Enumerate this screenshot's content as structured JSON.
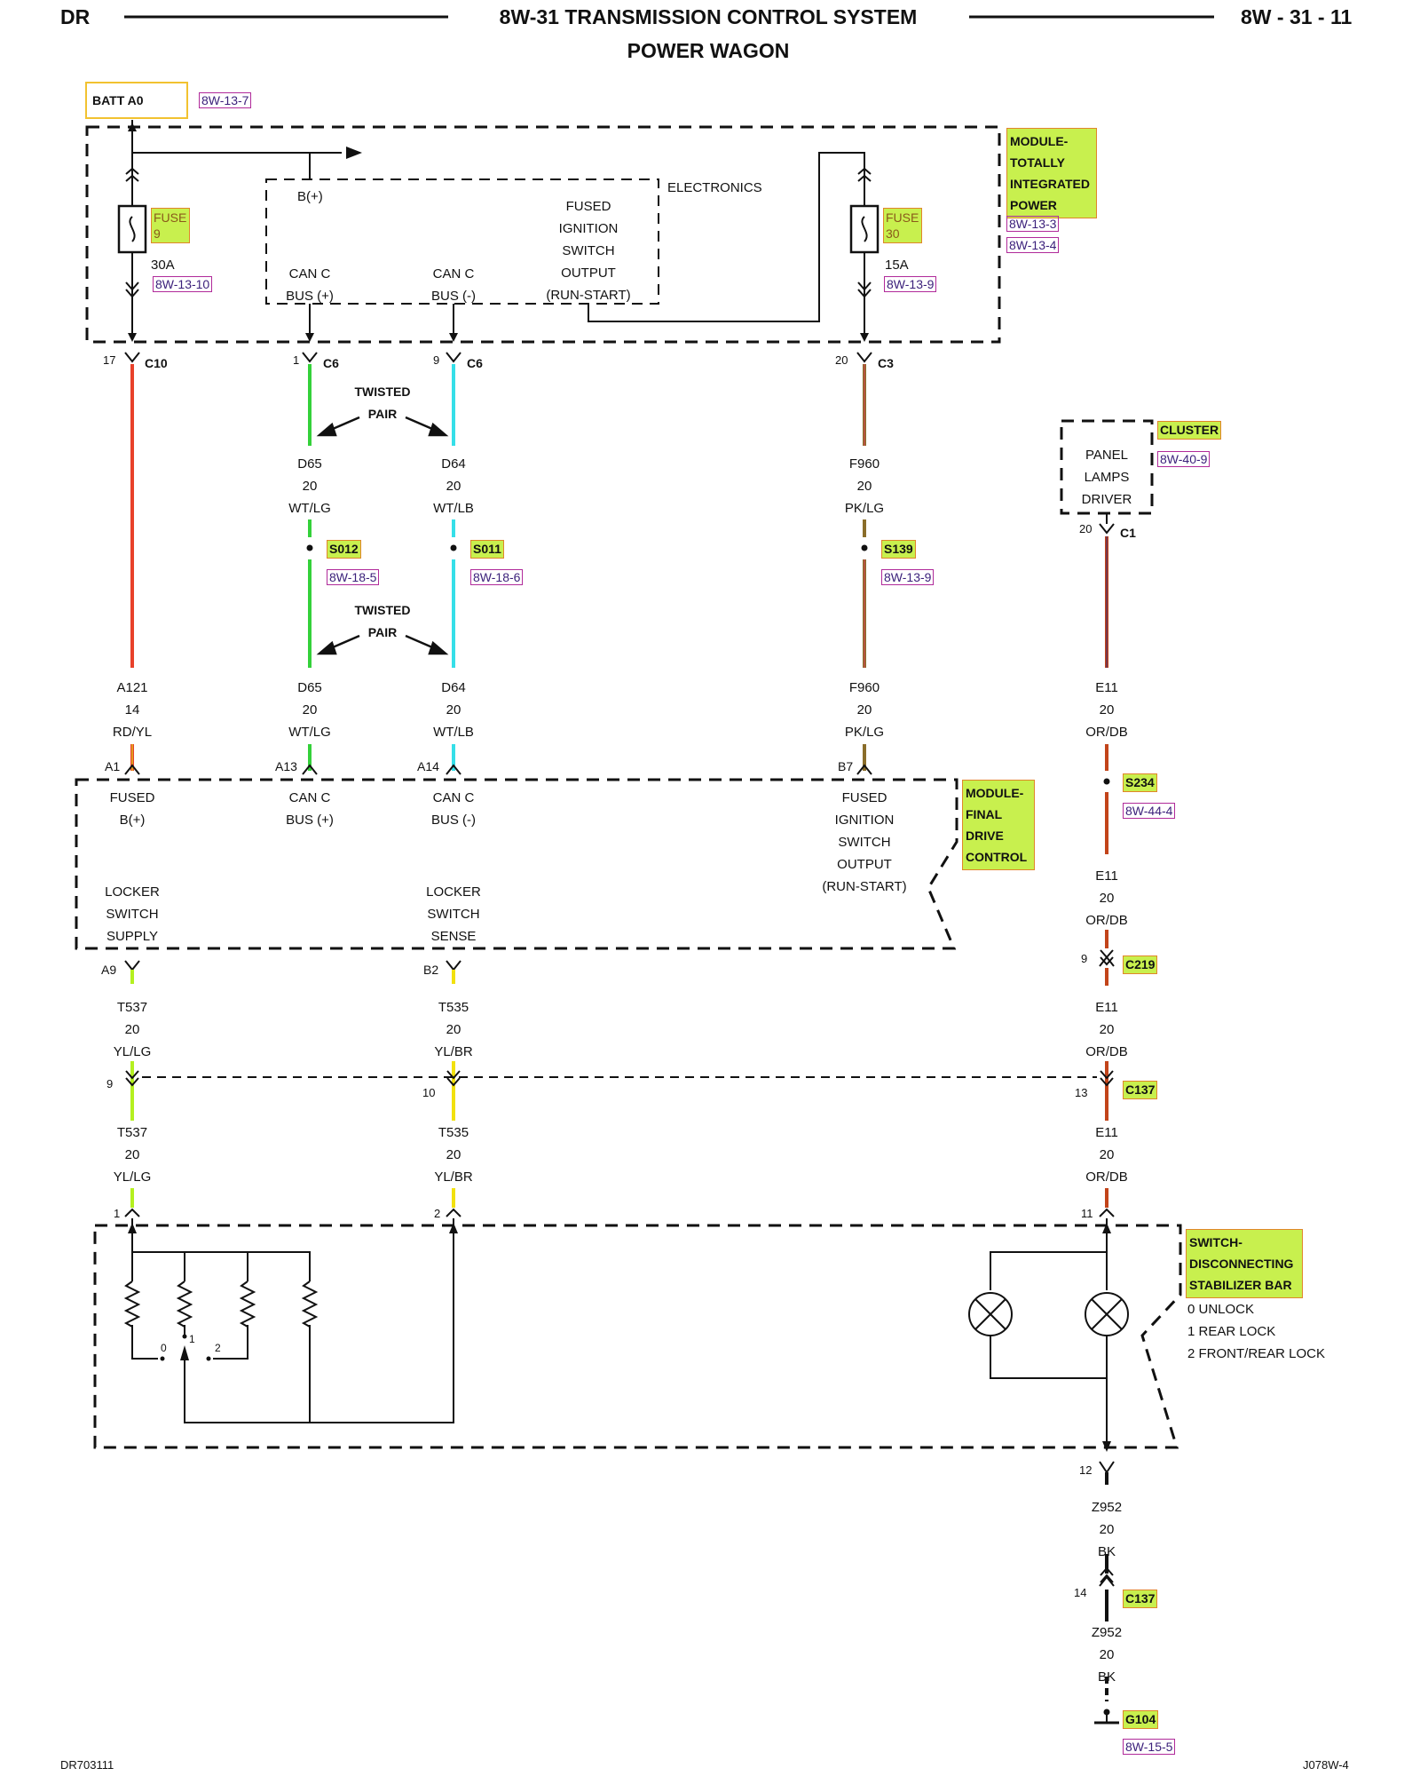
{
  "header": {
    "left": "DR",
    "title": "8W-31 TRANSMISSION CONTROL SYSTEM",
    "subtitle": "POWER WAGON",
    "page_number": "8W - 31 - 11"
  },
  "footer": {
    "left": "DR703111",
    "right": "J078W-4"
  },
  "batt": {
    "label": "BATT A0",
    "ref": "8W-13-7"
  },
  "tipm": {
    "name": "MODULE-\nTOTALLY\nINTEGRATED\nPOWER",
    "refs": [
      "8W-13-3",
      "8W-13-4"
    ],
    "fuse9": {
      "label": "FUSE\n9",
      "amp": "30A",
      "ref": "8W-13-10"
    },
    "fuse30": {
      "label": "FUSE\n30",
      "amp": "15A",
      "ref": "8W-13-9"
    },
    "electronics": "ELECTRONICS",
    "b_plus": "B(+)",
    "can_plus": "CAN C\nBUS (+)",
    "can_minus": "CAN C\nBUS (-)",
    "fused_ign": "FUSED\nIGNITION\nSWITCH\nOUTPUT\n(RUN-START)"
  },
  "connectors_top": [
    {
      "pin": "17",
      "name": "C10"
    },
    {
      "pin": "1",
      "name": "C6"
    },
    {
      "pin": "9",
      "name": "C6"
    },
    {
      "pin": "20",
      "name": "C3"
    }
  ],
  "twisted_pair": "TWISTED\nPAIR",
  "wires_upper": [
    {
      "circuit": "D65",
      "gauge": "20",
      "color": "WT/LG"
    },
    {
      "circuit": "D64",
      "gauge": "20",
      "color": "WT/LB"
    },
    {
      "circuit": "F960",
      "gauge": "20",
      "color": "PK/LG"
    }
  ],
  "splices": [
    {
      "name": "S012",
      "ref": "8W-18-5"
    },
    {
      "name": "S011",
      "ref": "8W-18-6"
    },
    {
      "name": "S139",
      "ref": "8W-13-9"
    },
    {
      "name": "S234",
      "ref": "8W-44-4"
    }
  ],
  "cluster": {
    "name": "CLUSTER",
    "ref": "8W-40-9",
    "text": "PANEL\nLAMPS\nDRIVER",
    "pin": "20",
    "conn": "C1"
  },
  "wires_mid": [
    {
      "circuit": "A121",
      "gauge": "14",
      "color": "RD/YL"
    },
    {
      "circuit": "D65",
      "gauge": "20",
      "color": "WT/LG"
    },
    {
      "circuit": "D64",
      "gauge": "20",
      "color": "WT/LB"
    },
    {
      "circuit": "F960",
      "gauge": "20",
      "color": "PK/LG"
    },
    {
      "circuit": "E11",
      "gauge": "20",
      "color": "OR/DB"
    }
  ],
  "fdcm": {
    "name": "MODULE-\nFINAL\nDRIVE\nCONTROL",
    "pins": [
      "A1",
      "A13",
      "A14",
      "B7",
      "A9",
      "B2"
    ],
    "fused_b": "FUSED\nB(+)",
    "can_plus": "CAN C\nBUS (+)",
    "can_minus": "CAN C\nBUS (-)",
    "fused_ign": "FUSED\nIGNITION\nSWITCH\nOUTPUT\n(RUN-START)",
    "locker_supply": "LOCKER\nSWITCH\nSUPPLY",
    "locker_sense": "LOCKER\nSWITCH\nSENSE"
  },
  "e11_after_s234": {
    "circuit": "E11",
    "gauge": "20",
    "color": "OR/DB"
  },
  "c219": {
    "pin": "9",
    "name": "C219"
  },
  "wires_lower_a": [
    {
      "circuit": "T537",
      "gauge": "20",
      "color": "YL/LG"
    },
    {
      "circuit": "T535",
      "gauge": "20",
      "color": "YL/BR"
    },
    {
      "circuit": "E11",
      "gauge": "20",
      "color": "OR/DB"
    }
  ],
  "c137": {
    "pins": [
      "9",
      "10",
      "13"
    ],
    "name": "C137"
  },
  "wires_lower_b": [
    {
      "circuit": "T537",
      "gauge": "20",
      "color": "YL/LG"
    },
    {
      "circuit": "T535",
      "gauge": "20",
      "color": "YL/BR"
    },
    {
      "circuit": "E11",
      "gauge": "20",
      "color": "OR/DB"
    }
  ],
  "switch": {
    "name": "SWITCH-\nDISCONNECTING\nSTABILIZER BAR",
    "pins": [
      "1",
      "2",
      "11",
      "12"
    ],
    "legend": [
      "0 UNLOCK",
      "1 REAR LOCK",
      "2 FRONT/REAR LOCK"
    ],
    "positions": [
      "0",
      "1",
      "2"
    ]
  },
  "ground_wire_a": {
    "circuit": "Z952",
    "gauge": "20",
    "color": "BK"
  },
  "c137_lower": {
    "pin": "14",
    "name": "C137"
  },
  "ground_wire_b": {
    "circuit": "Z952",
    "gauge": "20",
    "color": "BK"
  },
  "ground": {
    "name": "G104",
    "ref": "8W-15-5"
  },
  "colors": {
    "red_yl": "#e8412a",
    "green": "#34d13a",
    "cyan": "#35dfe8",
    "pk_lg": "#8a6d2a",
    "or_db": "#c2441a",
    "yellow_lg": "#b4f020",
    "yellow_br": "#f2e10e",
    "highlight": "#c8f04e"
  }
}
